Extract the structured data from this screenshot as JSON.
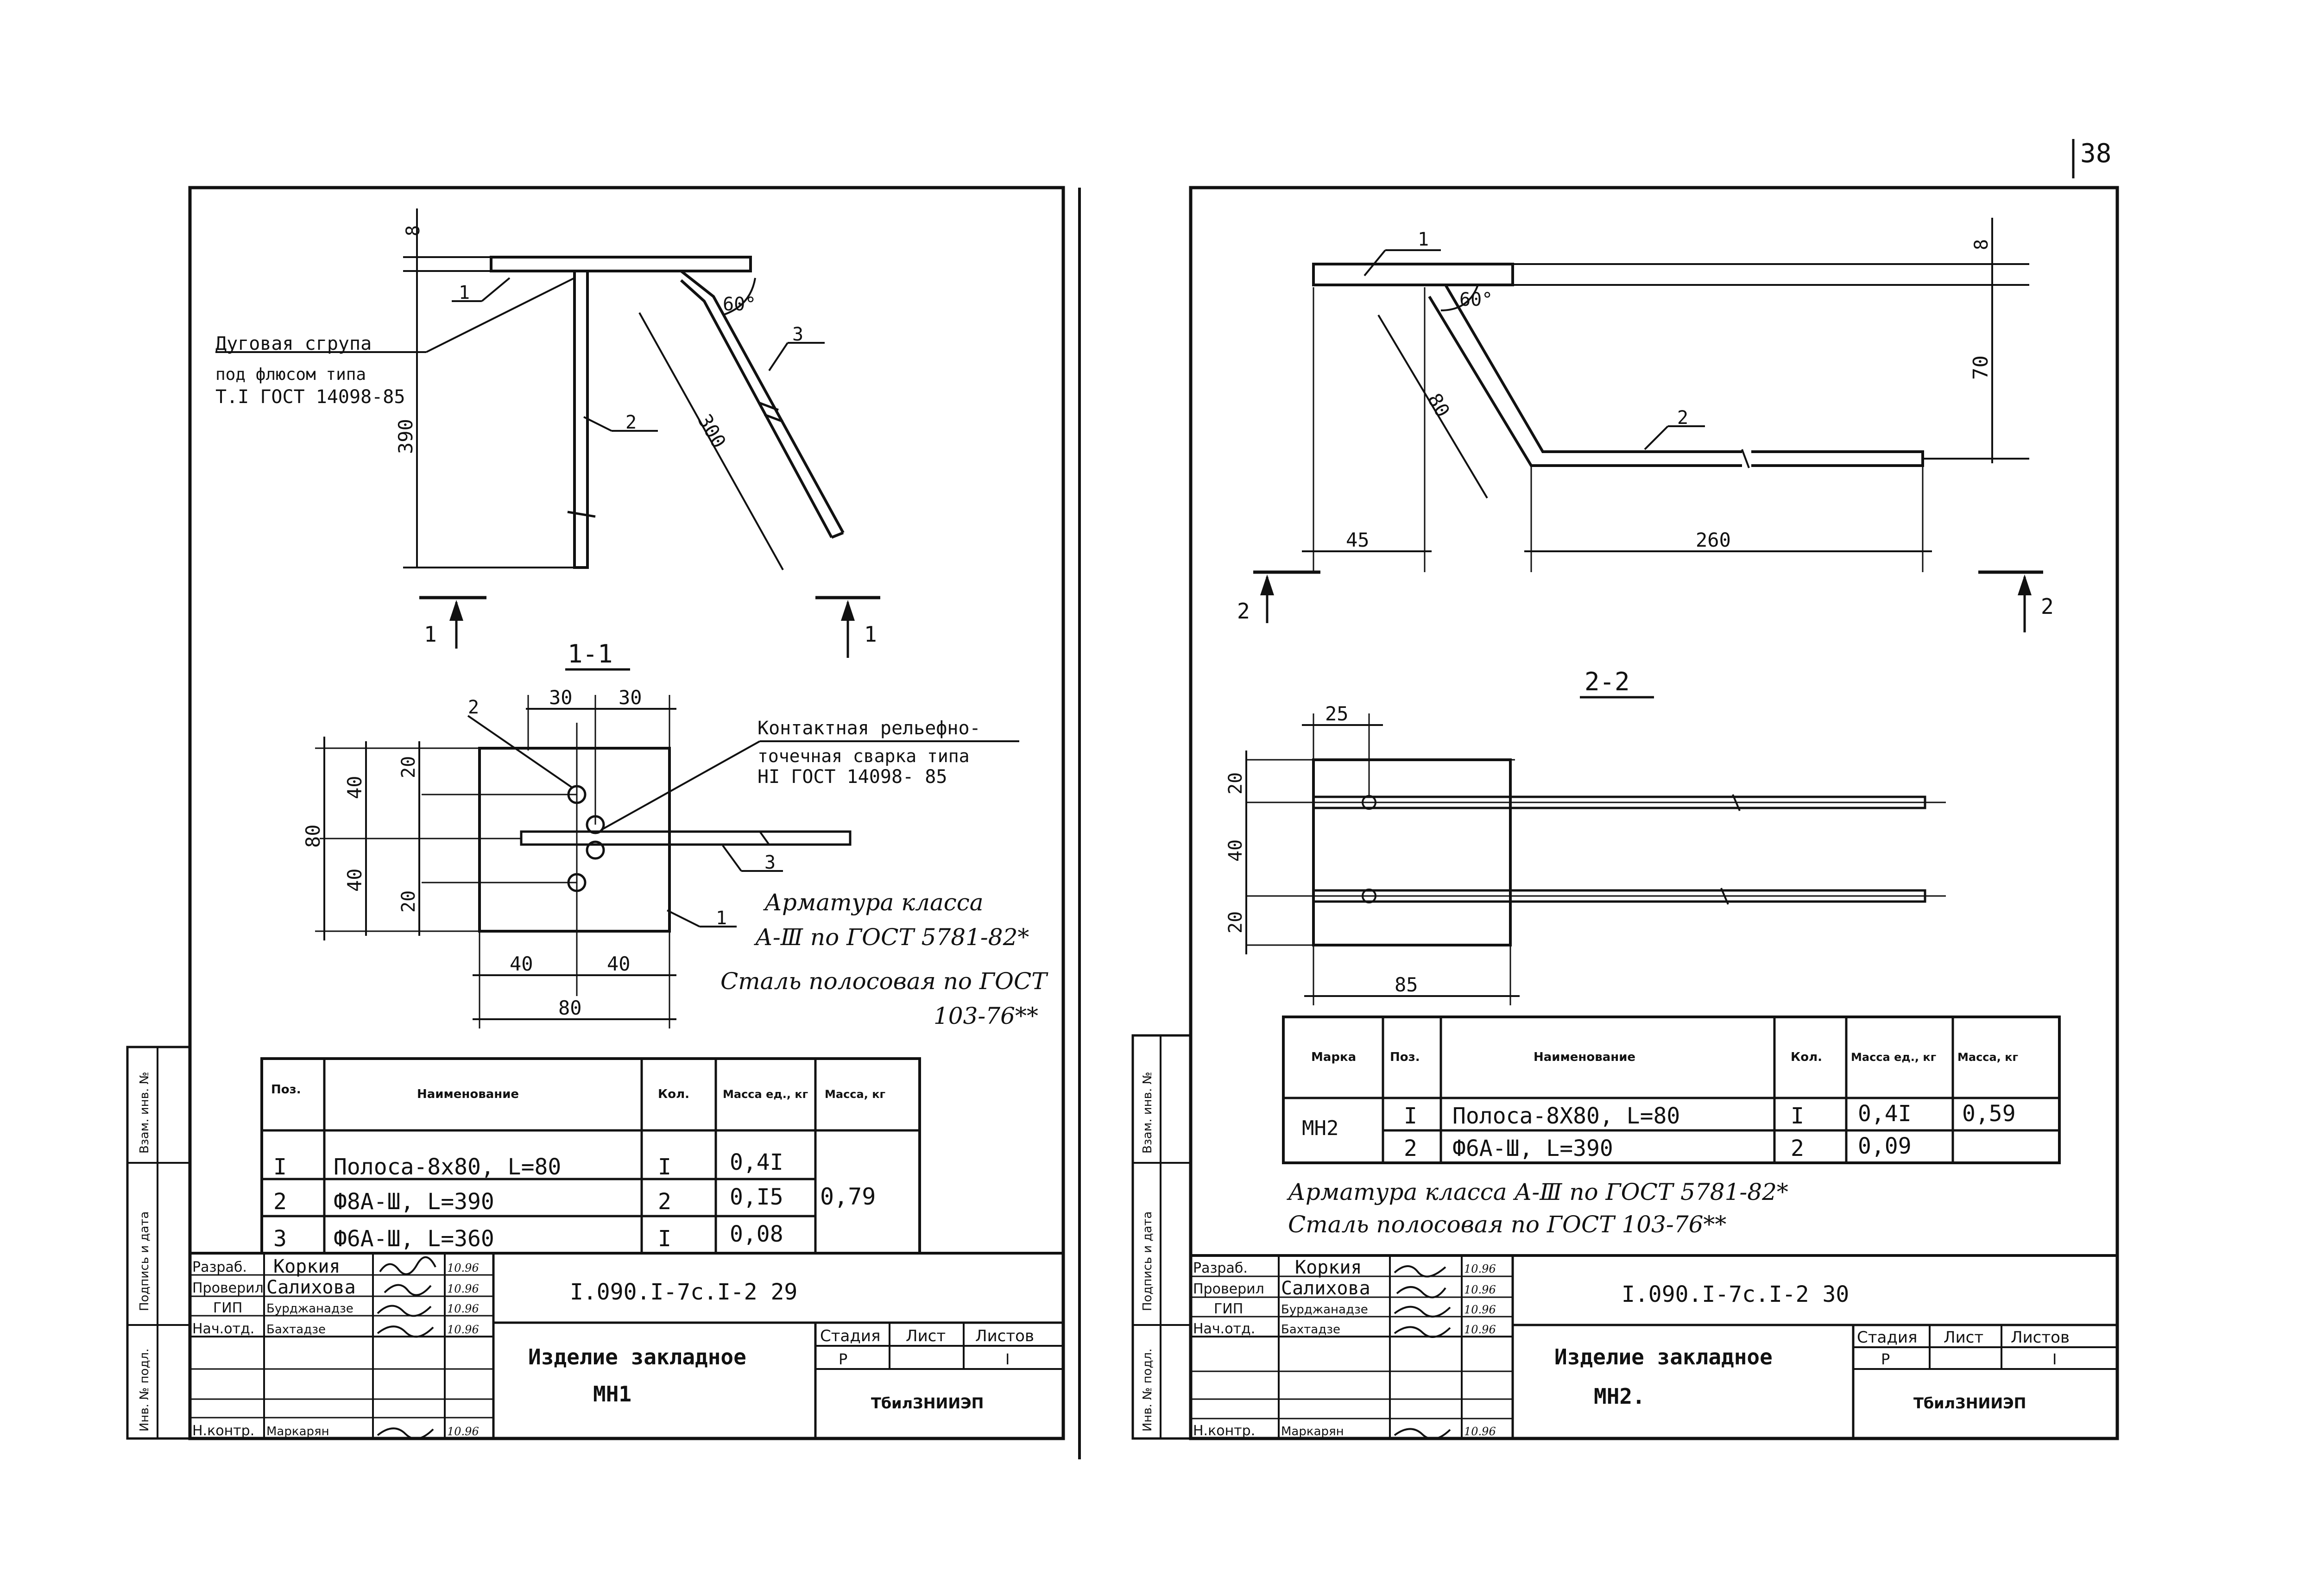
{
  "page_number": "38",
  "sheet_left": {
    "code": "I.090.I-7c.I-2 29",
    "title": "Изделие закладное",
    "mark": "МН1",
    "org": "ТбилЗНИИЭП",
    "stage_header": "Стадия",
    "sheet_header": "Лист",
    "sheets_header": "Листов",
    "stage": "Р",
    "sheets": "I",
    "roles": [
      "Разраб.",
      "Проверил",
      "ГИП",
      "Нач.отд.",
      "",
      "",
      "Н.контр."
    ],
    "names": [
      "Коркия",
      "Салихова",
      "Бурджанадзе",
      "Бахтадзе",
      "",
      "",
      "Маркарян"
    ],
    "dates": [
      "10.96",
      "10.96",
      "10.96",
      "10.96",
      "",
      "",
      "10.96"
    ],
    "weld_note": [
      "Дуговая сгрупа",
      "под флюсом типа",
      "Т.I ГОСТ 14098-85"
    ],
    "contact_note": [
      "Контактная рельефно-",
      "точечная сварка типа",
      "НI ГОСТ 14098- 85"
    ],
    "rebar_note": [
      "Арматура класса",
      "А-Ⅲ по ГОСТ 5781-82*",
      "Сталь полосовая по ГОСТ",
      "103-76**"
    ],
    "section_label": "1-1",
    "cut_labels": [
      "1",
      "1"
    ],
    "angle": "60°",
    "dimensions": {
      "plate_thk": "8",
      "bar2_len": "390",
      "bar3_len": "300",
      "top_30a": "30",
      "top_30b": "30",
      "v_80": "80",
      "v_40a": "40",
      "v_40b": "40",
      "v_20a": "20",
      "v_20b": "20",
      "b_40a": "40",
      "b_40b": "40",
      "b_80": "80"
    },
    "callouts": [
      "1",
      "2",
      "3",
      "2",
      "3",
      "1"
    ],
    "table_headers": [
      "Поз.",
      "Наименование",
      "Кол.",
      "Масса ед., кг",
      "Масса, кг"
    ],
    "table_rows": [
      {
        "pos": "I",
        "name": "Полоса-8х80, L=80",
        "qty": "I",
        "mass": "0,4I"
      },
      {
        "pos": "2",
        "name": "Ф8А-Ш, L=390",
        "qty": "2",
        "mass": "0,I5"
      },
      {
        "pos": "3",
        "name": "Ф6А-Ш, L=360",
        "qty": "I",
        "mass": "0,08"
      }
    ],
    "total_mass": "0,79",
    "side_labels": [
      "Инв. № подл.",
      "Подпись и дата",
      "Взам. инв. №"
    ]
  },
  "sheet_right": {
    "code": "I.090.I-7c.I-2 30",
    "title": "Изделие закладное",
    "mark": "МН2.",
    "org": "ТбилЗНИИЭП",
    "stage_header": "Стадия",
    "sheet_header": "Лист",
    "sheets_header": "Листов",
    "stage": "Р",
    "sheets": "I",
    "roles": [
      "Разраб.",
      "Проверил",
      "ГИП",
      "Нач.отд.",
      "",
      "",
      "Н.контр."
    ],
    "names": [
      "Коркия",
      "Салихова",
      "Бурджанадзе",
      "Бахтадзе",
      "",
      "",
      "Маркарян"
    ],
    "dates": [
      "10.96",
      "10.96",
      "10.96",
      "10.96",
      "",
      "",
      "10.96"
    ],
    "rebar_note": [
      "Арматура класса А-Ⅲ по ГОСТ 5781-82*",
      "Сталь полосовая по ГОСТ 103-76**"
    ],
    "section_label": "2-2",
    "cut_labels": [
      "2",
      "2"
    ],
    "angle": "60°",
    "dimensions": {
      "plate_thk": "8",
      "h_70": "70",
      "diag_80": "80",
      "w_45": "45",
      "w_260": "260",
      "s_25": "25",
      "s_20a": "20",
      "s_40": "40",
      "s_20b": "20",
      "s_85": "85"
    },
    "callouts": [
      "1",
      "2"
    ],
    "table_headers": [
      "Марка",
      "Поз.",
      "Наименование",
      "Кол.",
      "Масса ед., кг",
      "Масса, кг"
    ],
    "table_mark": "МН2",
    "table_rows": [
      {
        "pos": "I",
        "name": "Полоса-8Х80, L=80",
        "qty": "I",
        "mass": "0,4I"
      },
      {
        "pos": "2",
        "name": "Ф6А-Ш, L=390",
        "qty": "2",
        "mass": "0,09"
      }
    ],
    "total_mass": "0,59",
    "side_labels": [
      "Инв. № подл.",
      "Подпись и дата",
      "Взам. инв. №"
    ]
  }
}
